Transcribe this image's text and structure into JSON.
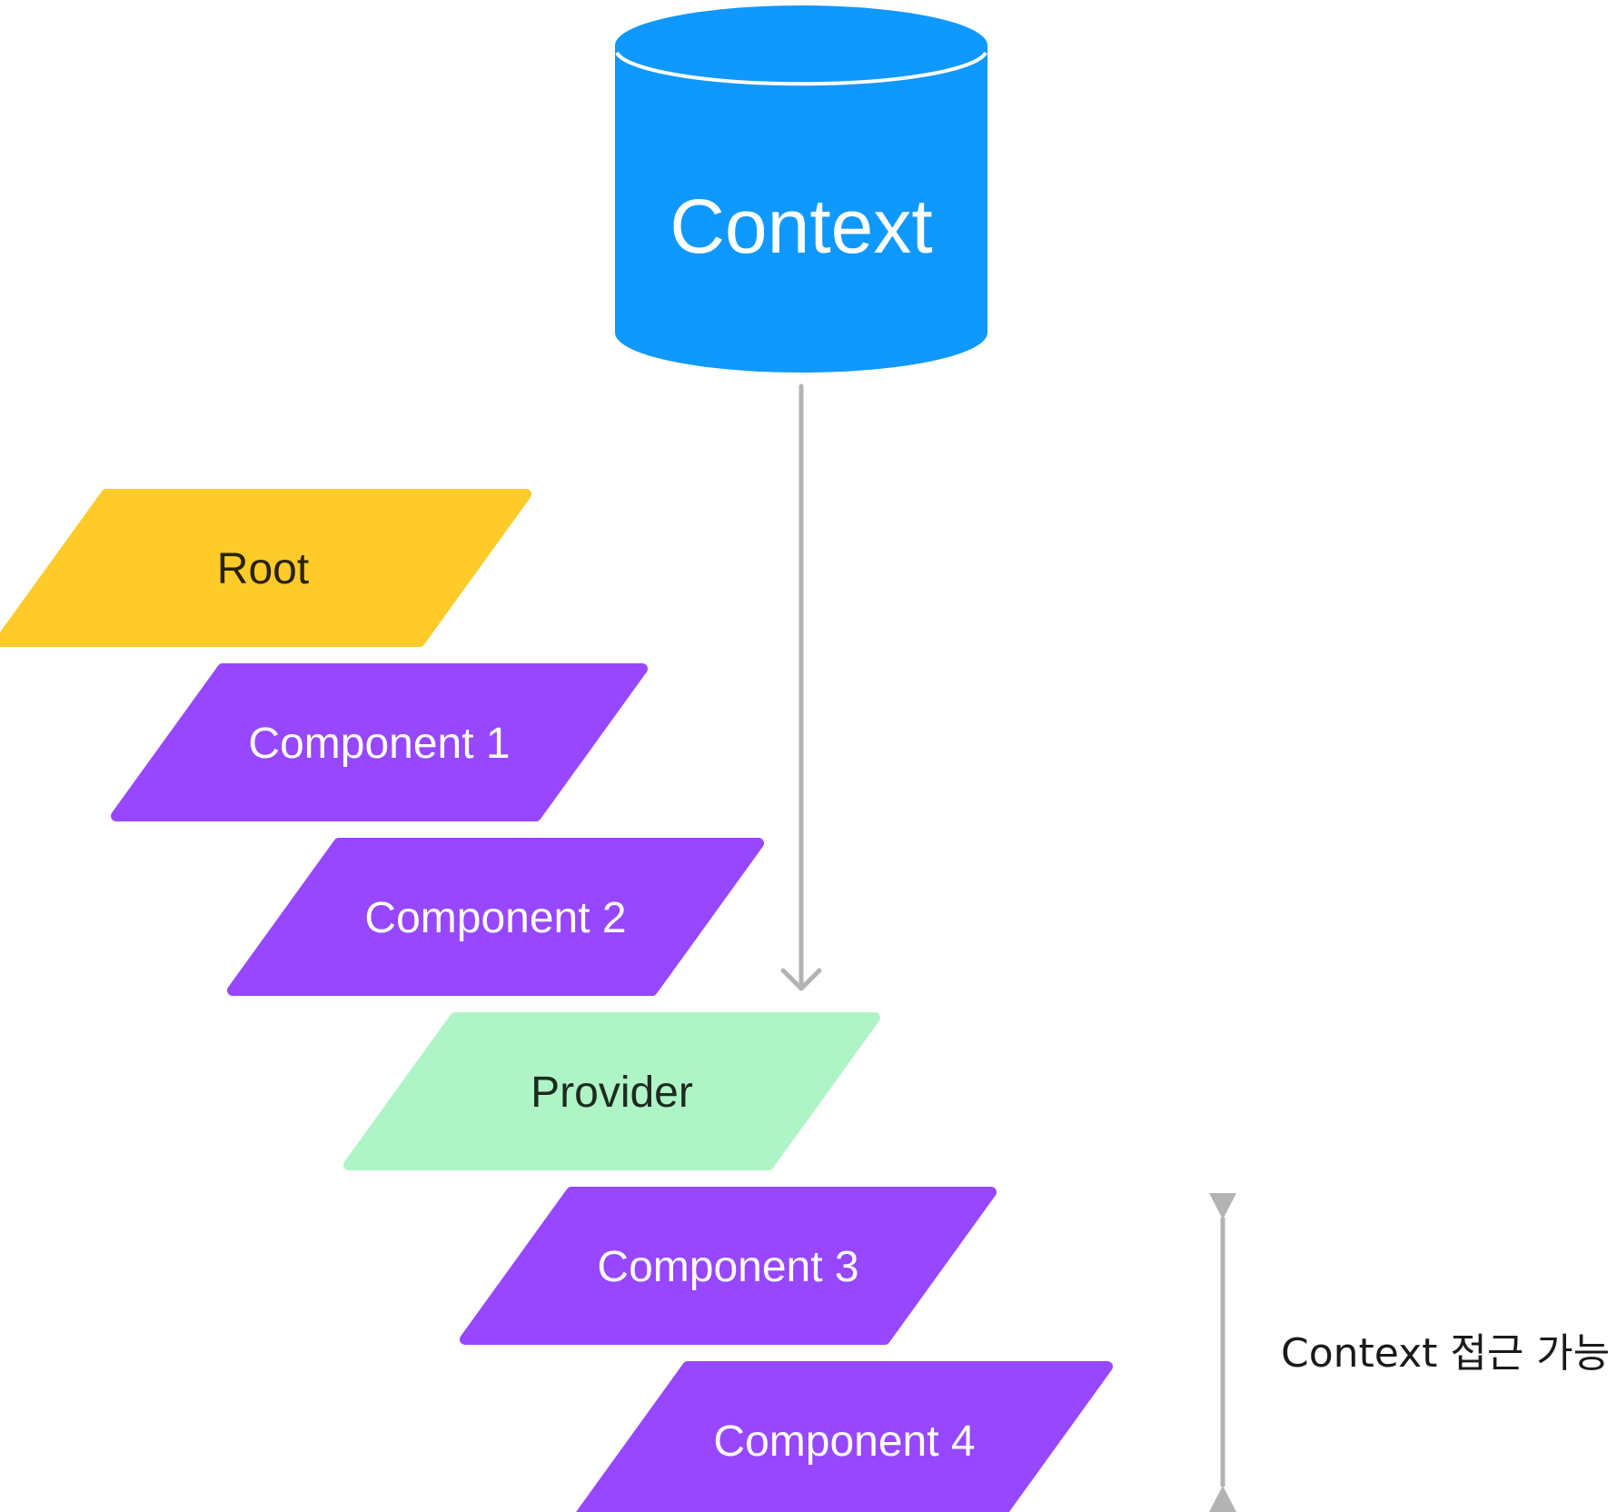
{
  "context_store": {
    "label": "Context",
    "color": "#0f98fe"
  },
  "layers": [
    {
      "label": "Root",
      "kind": "root",
      "fill": "#ffcb2b",
      "text_color": "#2a2200"
    },
    {
      "label": "Component 1",
      "kind": "component",
      "fill": "#9747ff",
      "text_color": "#ffffff"
    },
    {
      "label": "Component 2",
      "kind": "component",
      "fill": "#9747ff",
      "text_color": "#ffffff"
    },
    {
      "label": "Provider",
      "kind": "provider",
      "fill": "#aff4c6",
      "text_color": "#1d2b20"
    },
    {
      "label": "Component 3",
      "kind": "component",
      "fill": "#9747ff",
      "text_color": "#ffffff"
    },
    {
      "label": "Component 4",
      "kind": "component",
      "fill": "#9747ff",
      "text_color": "#ffffff"
    }
  ],
  "access_range": {
    "label": "Context 접근 가능"
  },
  "connector_color": "#b3b3b3"
}
